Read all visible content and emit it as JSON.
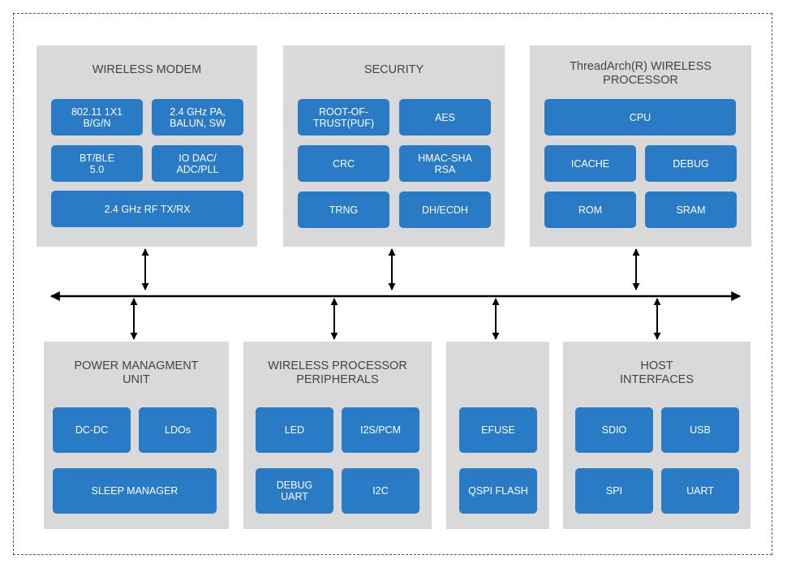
{
  "panels": {
    "wireless_modem": {
      "title": "WIRELESS MODEM",
      "blocks": [
        "802.11 1X1\nB/G/N",
        "2.4 GHz PA,\nBALUN, SW",
        "BT/BLE\n5.0",
        "IO DAC/\nADC/PLL",
        "2.4 GHz RF TX/RX"
      ]
    },
    "security": {
      "title": "SECURITY",
      "blocks": [
        "ROOT-OF-\nTRUST(PUF)",
        "AES",
        "CRC",
        "HMAC-SHA\nRSA",
        "TRNG",
        "DH/ECDH"
      ]
    },
    "processor": {
      "title": "ThreadArch(R) WIRELESS\nPROCESSOR",
      "blocks": [
        "CPU",
        "ICACHE",
        "DEBUG",
        "ROM",
        "SRAM"
      ]
    },
    "power": {
      "title": "POWER MANAGMENT\nUNIT",
      "blocks": [
        "DC-DC",
        "LDOs",
        "SLEEP MANAGER"
      ]
    },
    "peripherals": {
      "title": "WIRELESS PROCESSOR\nPERIPHERALS",
      "blocks": [
        "LED",
        "I2S/PCM",
        "DEBUG\nUART",
        "I2C"
      ]
    },
    "memory": {
      "title": "",
      "blocks": [
        "EFUSE",
        "QSPI FLASH"
      ]
    },
    "host": {
      "title": "HOST\nINTERFACES",
      "blocks": [
        "SDIO",
        "USB",
        "SPI",
        "UART"
      ]
    }
  },
  "colors": {
    "panel_bg": "#d9d9d9",
    "block_bg": "#2a7bc6",
    "block_text": "#ffffff",
    "title_text": "#444444",
    "bus": "#000000"
  }
}
